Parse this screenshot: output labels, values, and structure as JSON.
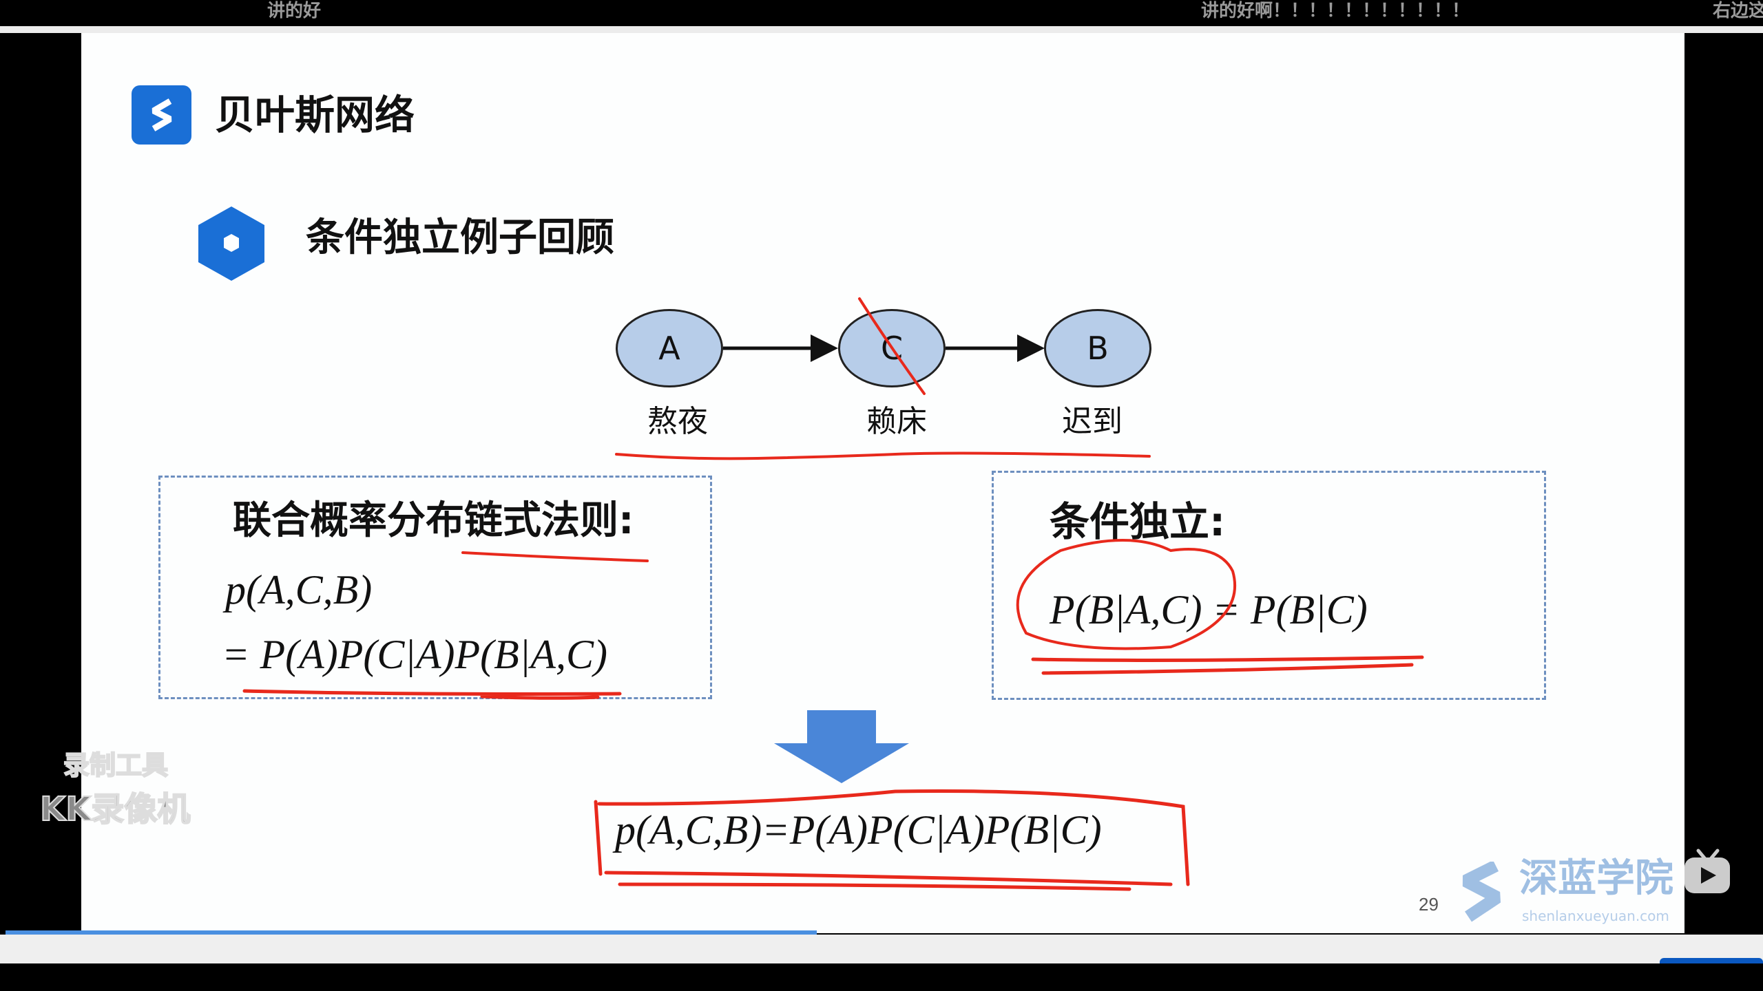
{
  "danmaku": [
    "讲的好",
    "讲的好啊！！！！！！！！！！！",
    "右边这"
  ],
  "slide": {
    "title": "贝叶斯网络",
    "subtitle": "条件独立例子回顾",
    "nodes": [
      {
        "letter": "A",
        "label": "熬夜"
      },
      {
        "letter": "C",
        "label": "赖床"
      },
      {
        "letter": "B",
        "label": "迟到"
      }
    ],
    "left_box": {
      "title": "联合概率分布链式法则:",
      "line1": "p(A,C,B)",
      "line2": "= P(A)P(C|A)P(B|A,C)"
    },
    "right_box": {
      "title": "条件独立:",
      "formula": "P(B|A,C) = P(B|C)"
    },
    "result_formula": "p(A,C,B)=P(A)P(C|A)P(B|C)",
    "page_number": "29",
    "logo": {
      "name": "深蓝学院",
      "url_text": "shenlanxueyuan.com"
    },
    "colors": {
      "accent": "#1a6fd6",
      "node_fill": "#b7cde9",
      "annotation": "#e8291c",
      "arrow": "#4a86d8"
    }
  },
  "overlay": {
    "watermark_line1": "录制工具",
    "watermark_line2": "KK录像机"
  },
  "player": {
    "progress_percent": 46
  }
}
